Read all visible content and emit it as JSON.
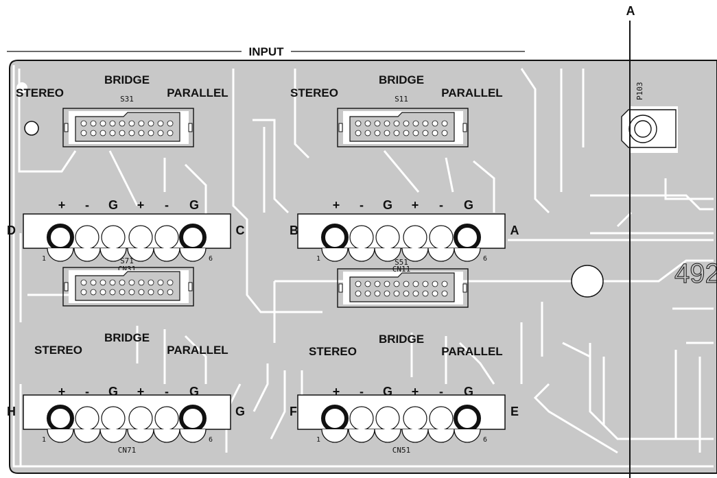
{
  "header": {
    "section_label": "INPUT",
    "cut_marker": "A",
    "board_number": "492"
  },
  "test_point": "P103",
  "colors": {
    "board": "#c8c8c8",
    "trace": "#ffffff",
    "ink": "#111111"
  },
  "groups": [
    {
      "switch": "S31",
      "connector": "CN31",
      "left_pin": "D",
      "right_pin": "C",
      "stereo": "STEREO",
      "bridge": "BRIDGE",
      "parallel": "PARALLEL",
      "polarity": [
        "+",
        "-",
        "G",
        "+",
        "-",
        "G"
      ],
      "pin_first": "1",
      "pin_last": "6"
    },
    {
      "switch": "S11",
      "connector": "CN11",
      "left_pin": "B",
      "right_pin": "A",
      "stereo": "STEREO",
      "bridge": "BRIDGE",
      "parallel": "PARALLEL",
      "polarity": [
        "+",
        "-",
        "G",
        "+",
        "-",
        "G"
      ],
      "pin_first": "1",
      "pin_last": "6"
    },
    {
      "switch": "S71",
      "connector": "CN71",
      "left_pin": "H",
      "right_pin": "G",
      "stereo": "STEREO",
      "bridge": "BRIDGE",
      "parallel": "PARALLEL",
      "polarity": [
        "+",
        "-",
        "G",
        "+",
        "-",
        "G"
      ],
      "pin_first": "1",
      "pin_last": "6"
    },
    {
      "switch": "S51",
      "connector": "CN51",
      "left_pin": "F",
      "right_pin": "E",
      "stereo": "STEREO",
      "bridge": "BRIDGE",
      "parallel": "PARALLEL",
      "polarity": [
        "+",
        "-",
        "G",
        "+",
        "-",
        "G"
      ],
      "pin_first": "1",
      "pin_last": "6"
    }
  ]
}
